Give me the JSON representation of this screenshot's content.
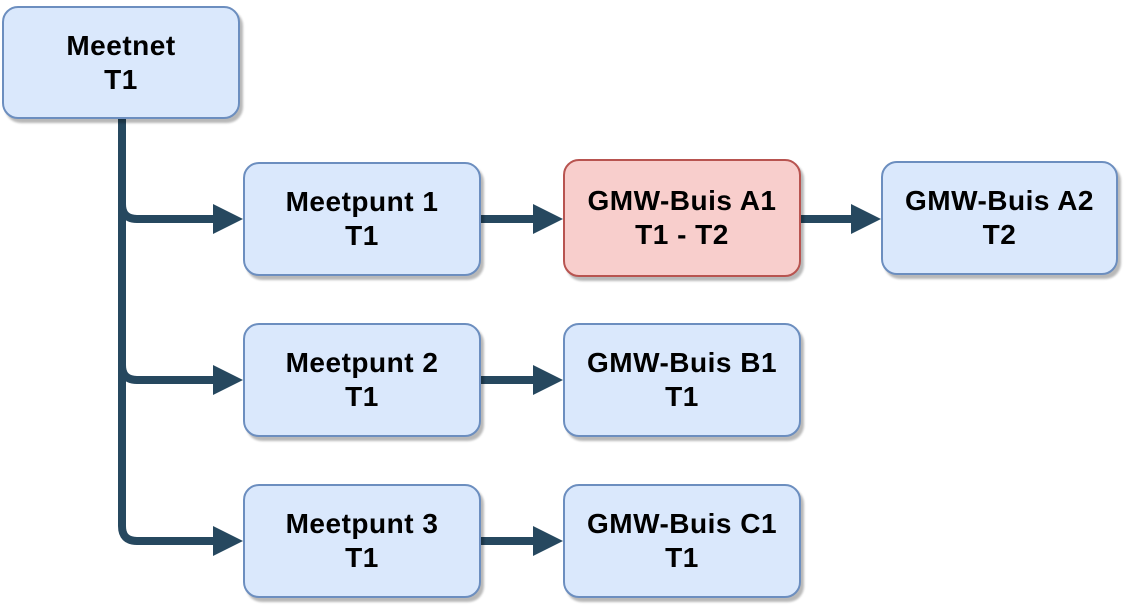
{
  "diagram": {
    "type": "flowchart",
    "colors": {
      "node_fill_blue": "#dae8fc",
      "node_border_blue": "#6c8ebf",
      "node_fill_red": "#f8cecc",
      "node_border_red": "#b85450",
      "connector_color": "#26485f",
      "text_color": "#000000",
      "background": "#ffffff"
    },
    "nodes": {
      "meetnet": {
        "title": "Meetnet",
        "subtitle": "T1",
        "variant": "blue"
      },
      "meetpunt1": {
        "title": "Meetpunt 1",
        "subtitle": "T1",
        "variant": "blue"
      },
      "gmw_a1": {
        "title": "GMW-Buis A1",
        "subtitle": "T1 - T2",
        "variant": "red"
      },
      "gmw_a2": {
        "title": "GMW-Buis A2",
        "subtitle": "T2",
        "variant": "blue"
      },
      "meetpunt2": {
        "title": "Meetpunt 2",
        "subtitle": "T1",
        "variant": "blue"
      },
      "gmw_b1": {
        "title": "GMW-Buis B1",
        "subtitle": "T1",
        "variant": "blue"
      },
      "meetpunt3": {
        "title": "Meetpunt 3",
        "subtitle": "T1",
        "variant": "blue"
      },
      "gmw_c1": {
        "title": "GMW-Buis C1",
        "subtitle": "T1",
        "variant": "blue"
      }
    },
    "edges": [
      {
        "from": "Meetnet T1",
        "to": "Meetpunt 1 T1"
      },
      {
        "from": "Meetnet T1",
        "to": "Meetpunt 2 T1"
      },
      {
        "from": "Meetnet T1",
        "to": "Meetpunt 3 T1"
      },
      {
        "from": "Meetpunt 1 T1",
        "to": "GMW-Buis A1 T1 - T2"
      },
      {
        "from": "GMW-Buis A1 T1 - T2",
        "to": "GMW-Buis A2 T2"
      },
      {
        "from": "Meetpunt 2 T1",
        "to": "GMW-Buis B1 T1"
      },
      {
        "from": "Meetpunt 3 T1",
        "to": "GMW-Buis C1 T1"
      }
    ]
  }
}
